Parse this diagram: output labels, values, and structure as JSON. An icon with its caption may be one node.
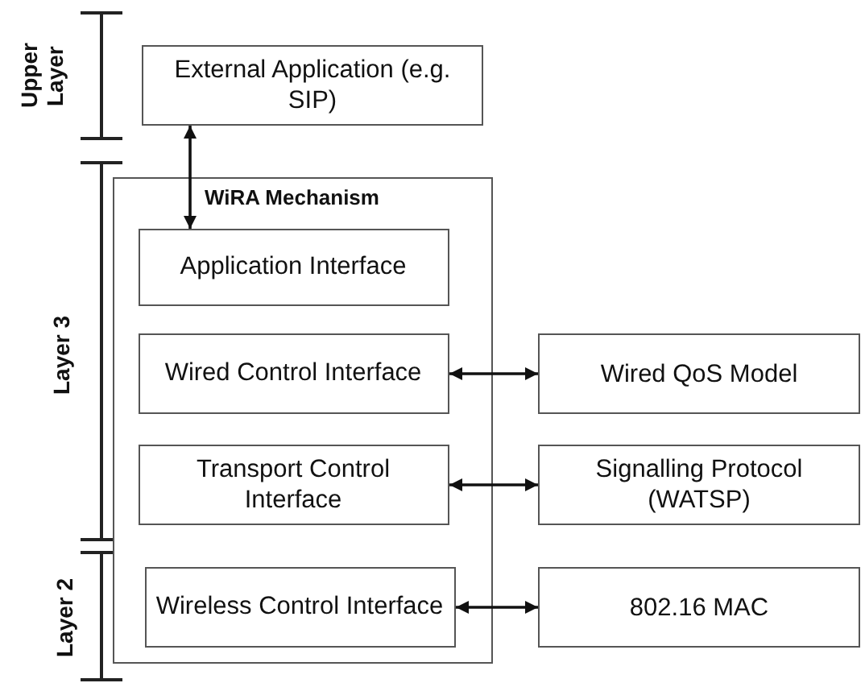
{
  "diagram": {
    "nodes": [
      {
        "text": [
          "External Application (e.g. SIP)"
        ]
      },
      {
        "text": [
          "WiRA Mechanism"
        ]
      },
      {
        "text": [
          "Application Interface"
        ],
        "in": 1
      },
      {
        "text": [
          "Wired Control Interface"
        ],
        "in": 1
      },
      {
        "text": [
          "Transport Control Interface"
        ],
        "in": 1
      },
      {
        "text": [
          "Wireless Control Interface"
        ],
        "in": 1
      },
      {
        "text": [
          "Wired QoS Model"
        ]
      },
      {
        "text": [
          "Signalling Protocol (WATSP)"
        ]
      },
      {
        "text": [
          "802.16 MAC"
        ]
      }
    ],
    "edges": [
      {
        "from": 0,
        "to": 2,
        "arrow": "both"
      },
      {
        "from": 3,
        "to": 6,
        "arrow": "both"
      },
      {
        "from": 4,
        "to": 7,
        "arrow": "both"
      },
      {
        "from": 5,
        "to": 8,
        "arrow": "both"
      }
    ],
    "labels": [
      "Upper Layer",
      "Layer 3",
      "Layer 2"
    ]
  }
}
